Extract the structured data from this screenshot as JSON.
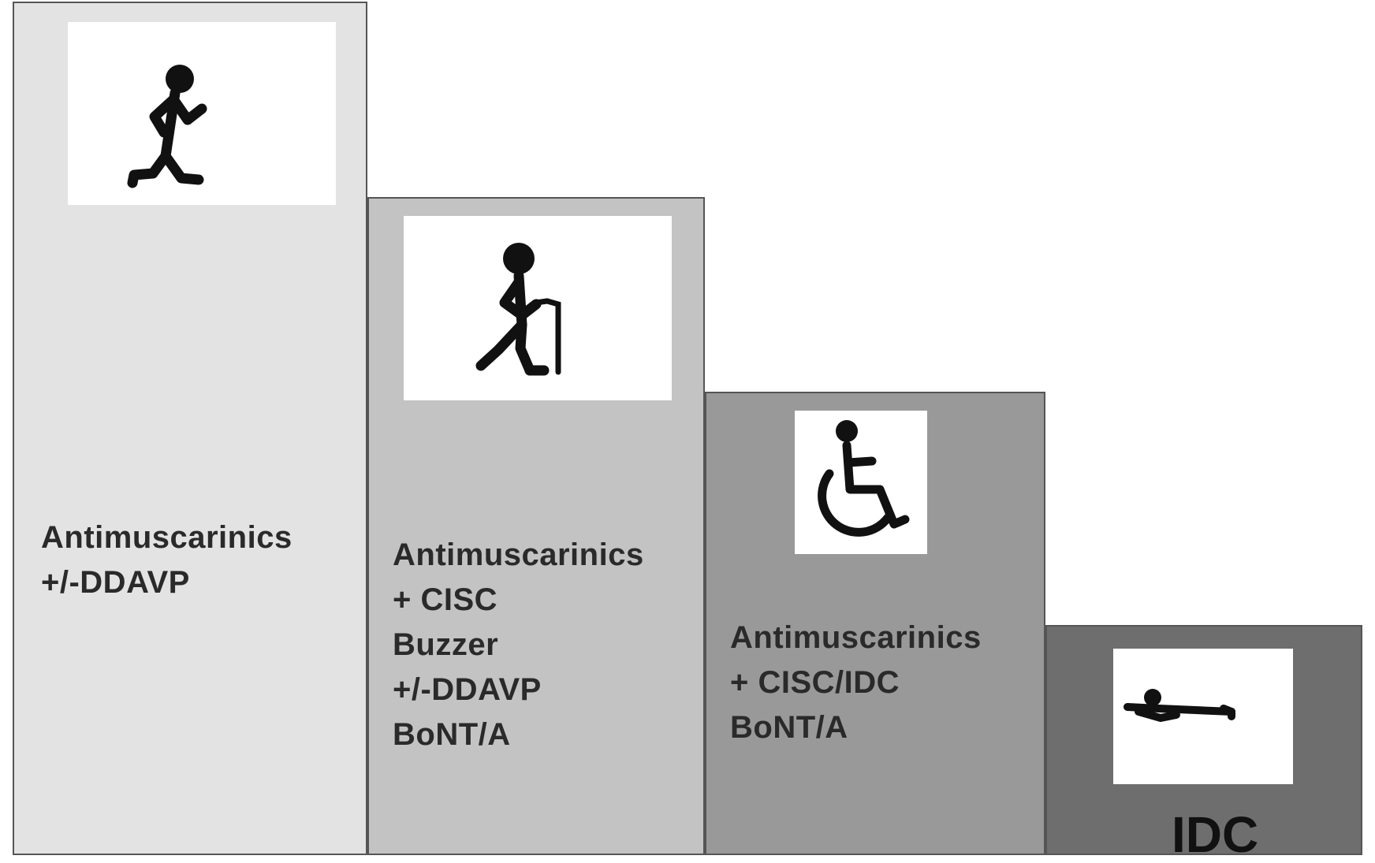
{
  "steps": [
    {
      "icon": "running-person-icon",
      "lines": [
        "Antimuscarinics",
        "+/-DDAVP"
      ]
    },
    {
      "icon": "person-with-cane-icon",
      "lines": [
        "Antimuscarinics",
        "+ CISC",
        "Buzzer",
        "+/-DDAVP",
        "BoNT/A"
      ]
    },
    {
      "icon": "wheelchair-icon",
      "lines": [
        "Antimuscarinics",
        "+ CISC/IDC",
        "BoNT/A"
      ]
    },
    {
      "icon": "lying-person-icon",
      "lines": [
        "IDC"
      ]
    }
  ],
  "colors": {
    "step1": "#e3e3e3",
    "step2": "#c3c3c3",
    "step3": "#999999",
    "step4": "#6e6e6e",
    "icon_fill": "#111111"
  }
}
